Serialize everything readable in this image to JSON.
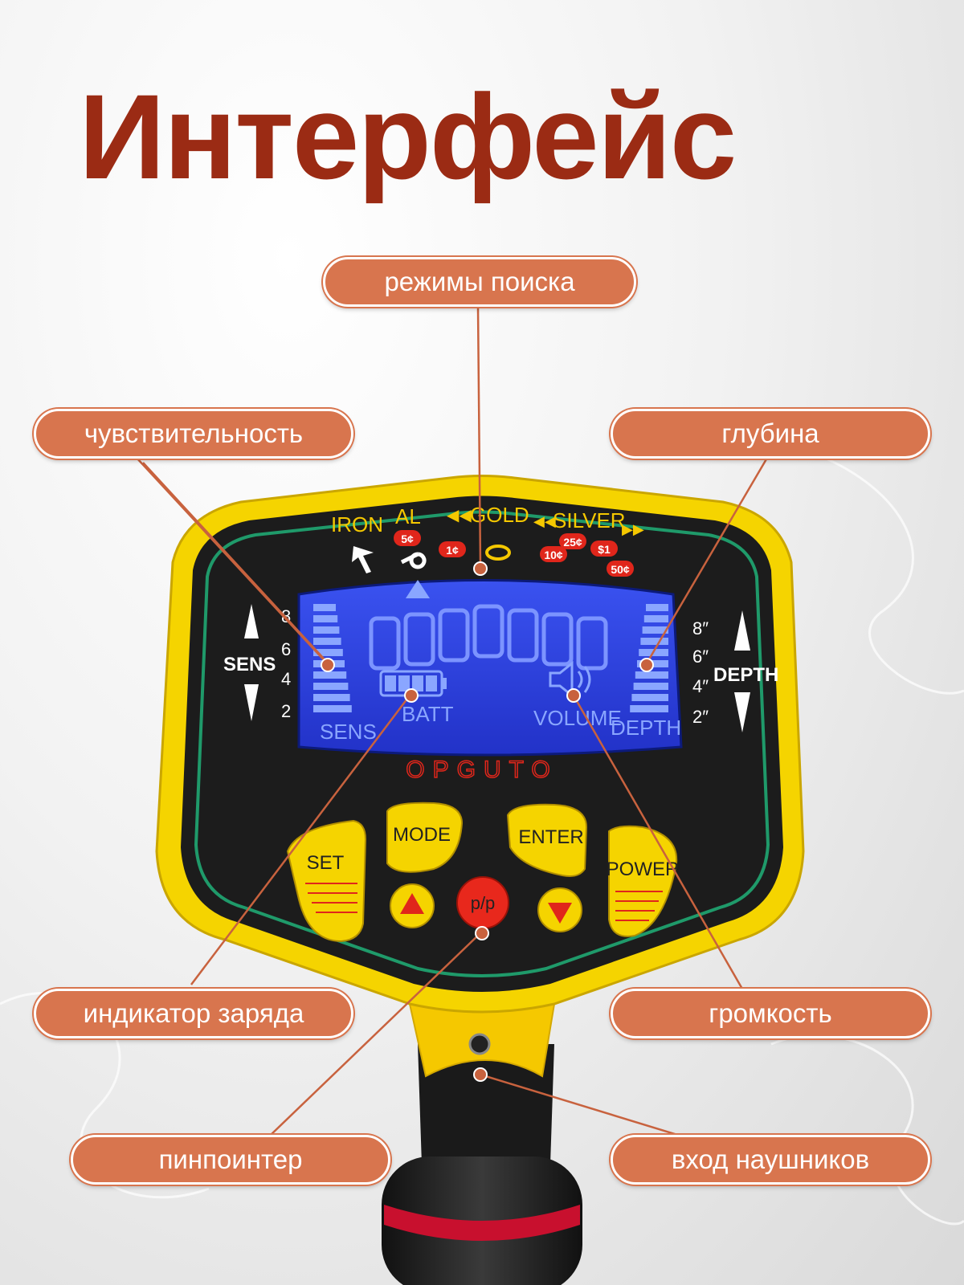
{
  "title": "Интерфейс",
  "callouts": {
    "search_modes": "режимы поиска",
    "sensitivity": "чувствительность",
    "depth": "глубина",
    "battery": "индикатор заряда",
    "volume": "громкость",
    "pinpointer": "пинпоинтер",
    "headphones": "вход наушников"
  },
  "device": {
    "brand": "OPGUTO",
    "targets": {
      "iron": "IRON",
      "al": "AL",
      "gold": "GOLD",
      "silver": "SILVER",
      "coin_5c": "5¢",
      "coin_1c": "1¢",
      "coin_25c": "25¢",
      "coin_10c": "10¢",
      "coin_1d": "$1",
      "coin_50c": "50¢"
    },
    "sens": {
      "label": "SENS",
      "scale": [
        "8",
        "6",
        "4",
        "2"
      ]
    },
    "depth": {
      "label": "DEPTH",
      "scale": [
        "8″",
        "6″",
        "4″",
        "2″"
      ]
    },
    "lcd": {
      "sens": "SENS",
      "batt": "BATT",
      "volume": "VOLUME",
      "depth": "DEPTH"
    },
    "buttons": {
      "set": "SET",
      "mode": "MODE",
      "enter": "ENTER",
      "power": "POWER",
      "pp": "p/p"
    }
  },
  "colors": {
    "title": "#9b2b14",
    "callout": "#d8754e",
    "lcd": "#2f43e0",
    "shell": "#f5d400",
    "accent_line": "#1f9a6a"
  }
}
